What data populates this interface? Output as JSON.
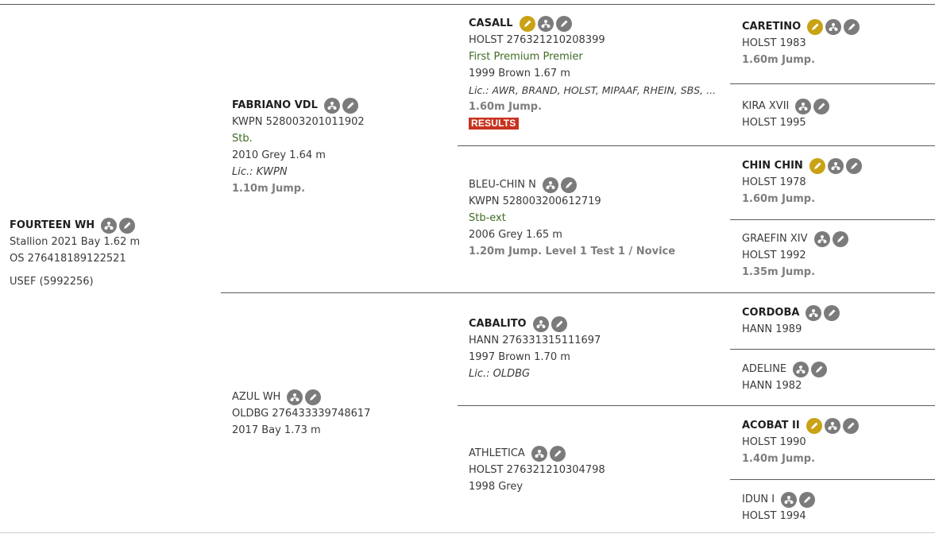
{
  "subject": {
    "name": "FOURTEEN WH",
    "desc": "Stallion 2021 Bay 1.62 m",
    "reg": "OS 276418189122521",
    "usef": "USEF (5992256)"
  },
  "sire": {
    "name": "FABRIANO VDL",
    "reg": "KWPN 528003201011902",
    "status": "Stb.",
    "desc": "2010 Grey 1.64 m",
    "lic": "Lic.: KWPN",
    "jump": "1.10m Jump."
  },
  "dam": {
    "name": "AZUL WH",
    "reg": "OLDBG 276433339748617",
    "desc": "2017 Bay 1.73 m"
  },
  "ss": {
    "name": "CASALL",
    "reg": "HOLST 276321210208399",
    "status": "First Premium Premier",
    "desc": "1999 Brown 1.67 m",
    "lic": "Lic.: AWR, BRAND, HOLST, MIPAAF, RHEIN, SBS, ...",
    "jump": "1.60m Jump.",
    "badge": "RESULTS"
  },
  "sd": {
    "name": "BLEU-CHIN N",
    "reg": "KWPN 528003200612719",
    "status": "Stb-ext",
    "desc": "2006 Grey 1.65 m",
    "jump": "1.20m Jump. Level 1 Test 1 / Novice"
  },
  "ds": {
    "name": "CABALITO",
    "reg": "HANN 276331315111697",
    "desc": "1997 Brown 1.70 m",
    "lic": "Lic.: OLDBG"
  },
  "dd": {
    "name": "ATHLETICA",
    "reg": "HOLST 276321210304798",
    "desc": "1998 Grey"
  },
  "g1": {
    "name": "CARETINO",
    "reg": "HOLST 1983",
    "jump": "1.60m Jump."
  },
  "g2": {
    "name": "KIRA XVII",
    "reg": "HOLST 1995"
  },
  "g3": {
    "name": "CHIN CHIN",
    "reg": "HOLST 1978",
    "jump": "1.60m Jump."
  },
  "g4": {
    "name": "GRAEFIN XIV",
    "reg": "HOLST 1992",
    "jump": "1.35m Jump."
  },
  "g5": {
    "name": "CORDOBA",
    "reg": "HANN 1989"
  },
  "g6": {
    "name": "ADELINE",
    "reg": "HANN 1982"
  },
  "g7": {
    "name": "ACOBAT II",
    "reg": "HOLST 1990",
    "jump": "1.40m Jump."
  },
  "g8": {
    "name": "IDUN I",
    "reg": "HOLST 1994"
  },
  "icons": {
    "pedigree": "pedigree-tree-icon",
    "edit": "pencil-edit-icon",
    "stallion": "stallion-pencil-icon"
  },
  "colors": {
    "text": "#3a3a3a",
    "status_green": "#3f6b24",
    "jump_gray": "#7d7d7d",
    "badge_red": "#c8331f",
    "icon_gray": "#7b7b7b",
    "icon_gold": "#c9a215"
  }
}
